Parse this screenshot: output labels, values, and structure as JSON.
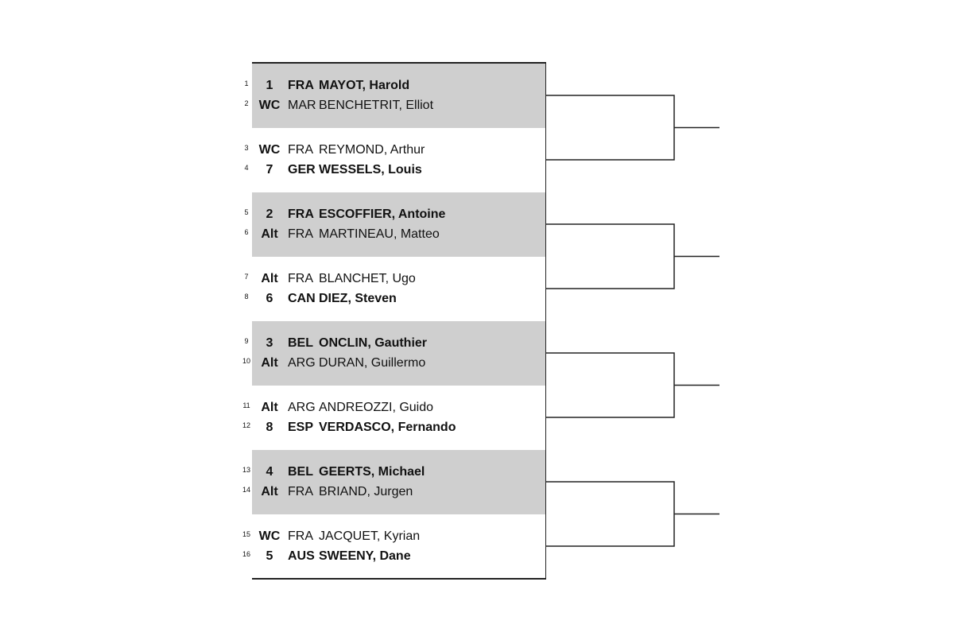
{
  "draw": {
    "matches": [
      {
        "players": [
          {
            "pos": "1",
            "seed": "1",
            "nat": "FRA",
            "name": "MAYOT, Harold",
            "bold": true
          },
          {
            "pos": "2",
            "seed": "WC",
            "nat": "MAR",
            "name": "BENCHETRIT, Elliot",
            "bold": false
          }
        ]
      },
      {
        "players": [
          {
            "pos": "3",
            "seed": "WC",
            "nat": "FRA",
            "name": "REYMOND, Arthur",
            "bold": false
          },
          {
            "pos": "4",
            "seed": "7",
            "nat": "GER",
            "name": "WESSELS, Louis",
            "bold": true
          }
        ]
      },
      {
        "players": [
          {
            "pos": "5",
            "seed": "2",
            "nat": "FRA",
            "name": "ESCOFFIER, Antoine",
            "bold": true
          },
          {
            "pos": "6",
            "seed": "Alt",
            "nat": "FRA",
            "name": "MARTINEAU, Matteo",
            "bold": false
          }
        ]
      },
      {
        "players": [
          {
            "pos": "7",
            "seed": "Alt",
            "nat": "FRA",
            "name": "BLANCHET, Ugo",
            "bold": false
          },
          {
            "pos": "8",
            "seed": "6",
            "nat": "CAN",
            "name": "DIEZ, Steven",
            "bold": true
          }
        ]
      },
      {
        "players": [
          {
            "pos": "9",
            "seed": "3",
            "nat": "BEL",
            "name": "ONCLIN, Gauthier",
            "bold": true
          },
          {
            "pos": "10",
            "seed": "Alt",
            "nat": "ARG",
            "name": "DURAN, Guillermo",
            "bold": false
          }
        ]
      },
      {
        "players": [
          {
            "pos": "11",
            "seed": "Alt",
            "nat": "ARG",
            "name": "ANDREOZZI, Guido",
            "bold": false
          },
          {
            "pos": "12",
            "seed": "8",
            "nat": "ESP",
            "name": "VERDASCO, Fernando",
            "bold": true
          }
        ]
      },
      {
        "players": [
          {
            "pos": "13",
            "seed": "4",
            "nat": "BEL",
            "name": "GEERTS, Michael",
            "bold": true
          },
          {
            "pos": "14",
            "seed": "Alt",
            "nat": "FRA",
            "name": "BRIAND, Jurgen",
            "bold": false
          }
        ]
      },
      {
        "players": [
          {
            "pos": "15",
            "seed": "WC",
            "nat": "FRA",
            "name": "JACQUET, Kyrian",
            "bold": false
          },
          {
            "pos": "16",
            "seed": "5",
            "nat": "AUS",
            "name": "SWEENY, Dane",
            "bold": true
          }
        ]
      }
    ],
    "colors": {
      "shaded": "#cfcfcf",
      "line": "#222222"
    }
  }
}
